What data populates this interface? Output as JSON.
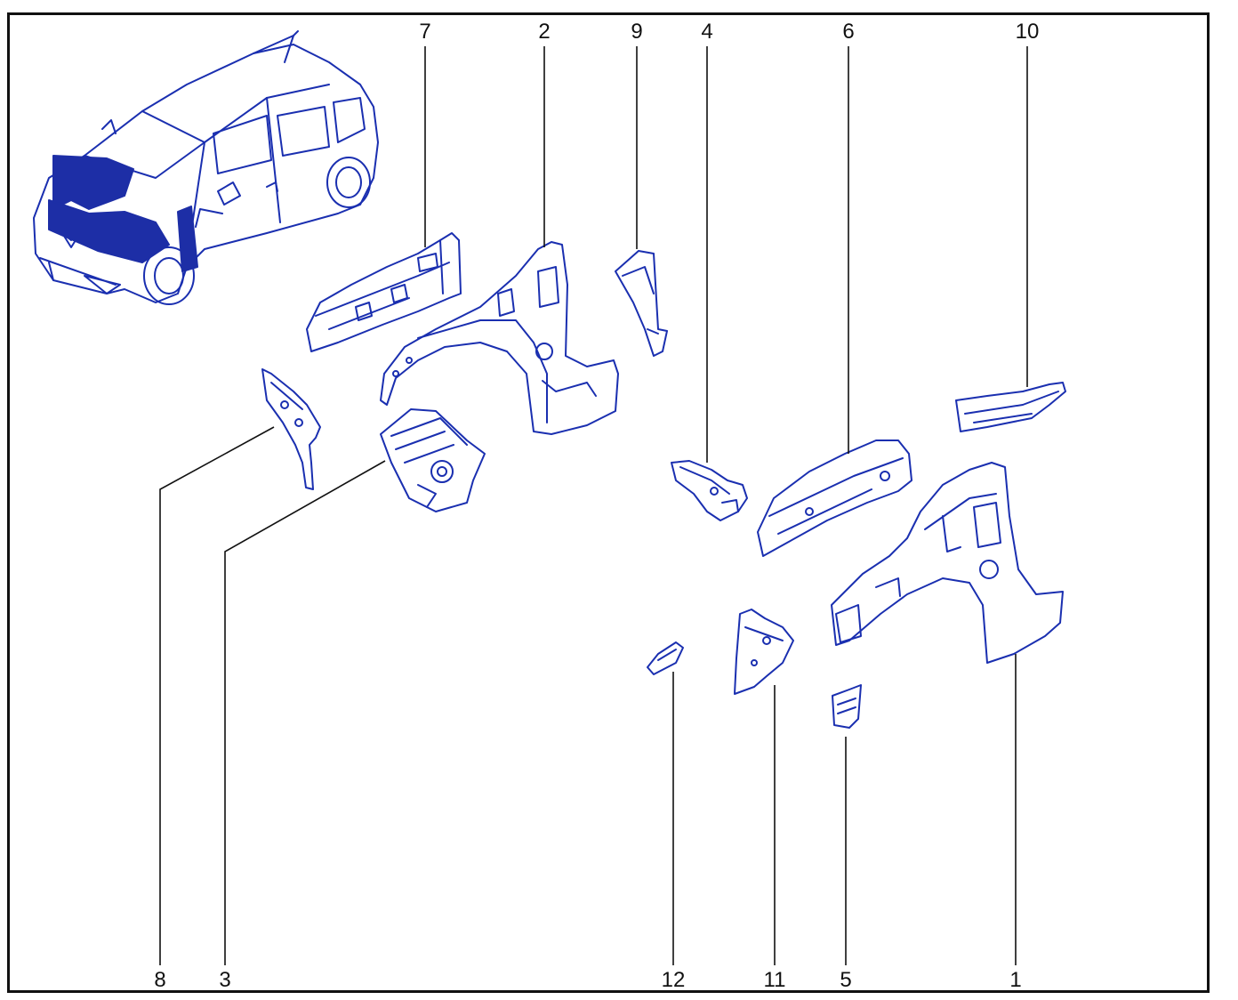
{
  "colors": {
    "frame": "#111111",
    "drawing": "#1a2fb0",
    "highlight": "#1d2ea6",
    "text": "#111111",
    "background": "#ffffff"
  },
  "callouts": [
    {
      "id": "c7",
      "label": "7"
    },
    {
      "id": "c2",
      "label": "2"
    },
    {
      "id": "c9",
      "label": "9"
    },
    {
      "id": "c4",
      "label": "4"
    },
    {
      "id": "c6",
      "label": "6"
    },
    {
      "id": "c10",
      "label": "10"
    },
    {
      "id": "c8",
      "label": "8"
    },
    {
      "id": "c3",
      "label": "3"
    },
    {
      "id": "c12",
      "label": "12"
    },
    {
      "id": "c11",
      "label": "11"
    },
    {
      "id": "c5",
      "label": "5"
    },
    {
      "id": "c1",
      "label": "1"
    }
  ]
}
